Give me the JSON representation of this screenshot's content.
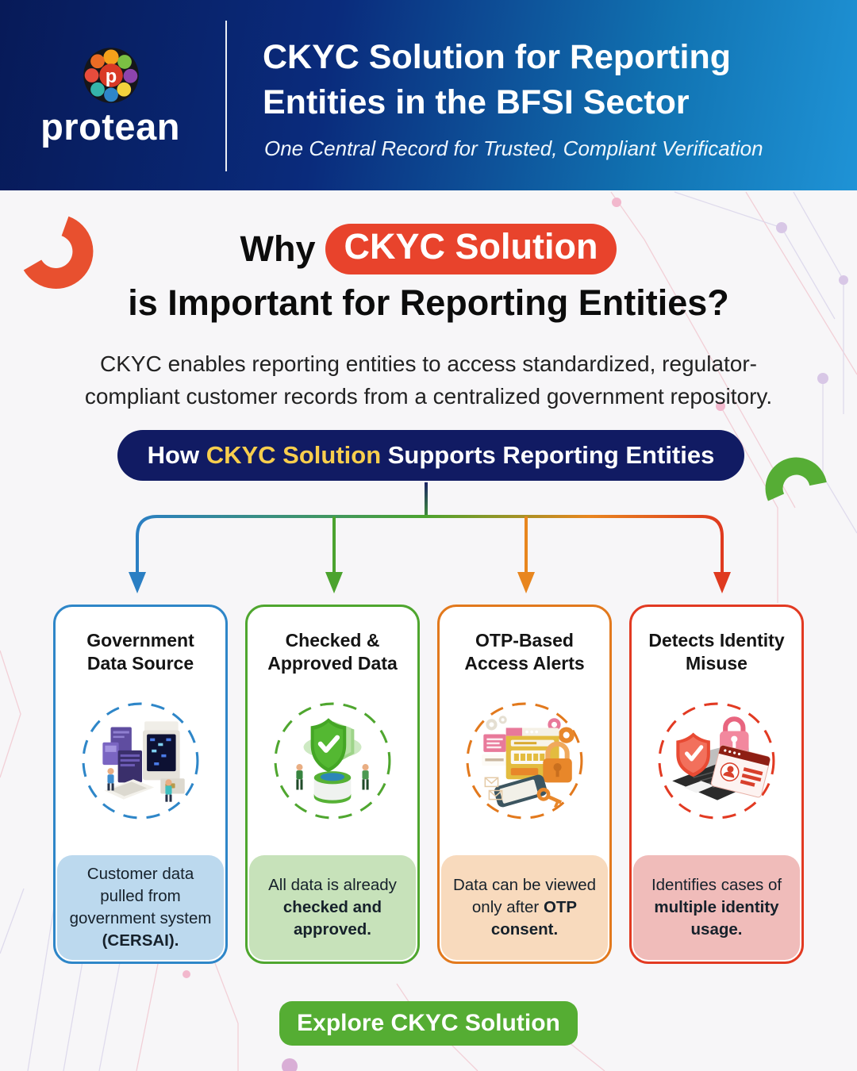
{
  "header": {
    "brand": "protean",
    "title_line1": "CKYC Solution for Reporting",
    "title_line2": "Entities in the BFSI Sector",
    "subtitle": "One Central Record for Trusted, Compliant Verification"
  },
  "why": {
    "prefix": "Why",
    "highlight": "CKYC Solution",
    "line2": "is Important for Reporting Entities?",
    "description": "CKYC enables reporting entities to access standardized, regulator-compliant customer records from a centralized government repository."
  },
  "banner": {
    "prefix": "How ",
    "highlight": "CKYC Solution",
    "suffix": " Supports Reporting Entities"
  },
  "cards": [
    {
      "title_line1": "Government",
      "title_line2": "Data Source",
      "desc_normal": "Customer data pulled from government system ",
      "desc_bold": "(CERSAI).",
      "icon": "government-data-server-icon",
      "accent": "#2E86C8",
      "tint": "#BCD9EE"
    },
    {
      "title_line1": "Checked &",
      "title_line2": "Approved Data",
      "desc_normal": "All data is already ",
      "desc_bold": "checked and approved.",
      "icon": "approved-shield-icon",
      "accent": "#4FA62F",
      "tint": "#C7E2BA"
    },
    {
      "title_line1": "OTP-Based",
      "title_line2": "Access Alerts",
      "desc_normal": "Data can be viewed only after ",
      "desc_bold": "OTP consent.",
      "icon": "otp-lock-screen-icon",
      "accent": "#E2791D",
      "tint": "#F8DABD"
    },
    {
      "title_line1": "Detects Identity",
      "title_line2": "Misuse",
      "desc_normal": "Identifies cases of ",
      "desc_bold": "multiple identity usage.",
      "icon": "identity-misuse-laptop-icon",
      "accent": "#E23A22",
      "tint": "#F0BCBA"
    }
  ],
  "cta": {
    "label": "Explore CKYC Solution",
    "color": "#55AD33"
  },
  "colors": {
    "header_gradient_start": "#071A58",
    "header_gradient_end": "#1F93D6",
    "why_pill_bg": "#E8432C",
    "banner_bg": "#111B63",
    "banner_highlight": "#F8CE4D",
    "arrow_blue": "#2B7FC3",
    "arrow_green": "#4CA32F",
    "arrow_orange": "#E8861F",
    "arrow_red": "#DF3A1F"
  }
}
